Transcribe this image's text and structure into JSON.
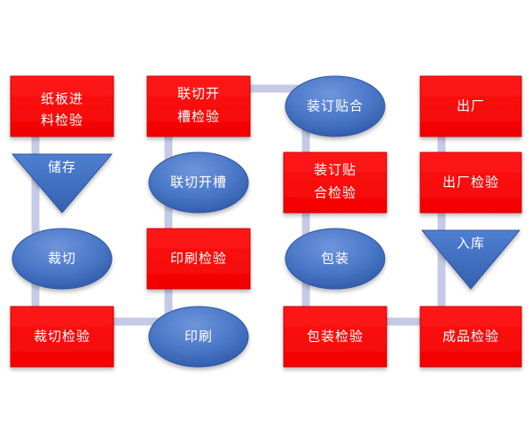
{
  "colors": {
    "box_fill": "#ff0000",
    "box_stroke": "#c80000",
    "ellipse_fill": "#4472c4",
    "triangle_fill": "#4472c4",
    "connector": "#c5cbe6",
    "label_text": "#ffffff"
  },
  "nodes": {
    "paperboard_inspection": {
      "shape": "box",
      "lines": [
        "纸板进",
        "料检验"
      ]
    },
    "storage": {
      "shape": "triangle",
      "lines": [
        "储存"
      ]
    },
    "cutting": {
      "shape": "ellipse",
      "lines": [
        "裁切"
      ]
    },
    "cutting_inspection": {
      "shape": "box",
      "lines": [
        "裁切检验"
      ]
    },
    "printing": {
      "shape": "ellipse",
      "lines": [
        "印刷"
      ]
    },
    "printing_inspection": {
      "shape": "box",
      "lines": [
        "印刷检验"
      ]
    },
    "die_cut_groove": {
      "shape": "ellipse",
      "lines": [
        "联切开槽"
      ]
    },
    "die_cut_groove_inspection": {
      "shape": "box",
      "lines": [
        "联切开",
        "槽检验"
      ]
    },
    "binding_gluing": {
      "shape": "ellipse",
      "lines": [
        "装订贴合"
      ]
    },
    "binding_gluing_inspection": {
      "shape": "box",
      "lines": [
        "装订贴",
        "合检验"
      ]
    },
    "packing": {
      "shape": "ellipse",
      "lines": [
        "包装"
      ]
    },
    "packing_inspection": {
      "shape": "box",
      "lines": [
        "包装检验"
      ]
    },
    "finished_product_inspection": {
      "shape": "box",
      "lines": [
        "成品检验"
      ]
    },
    "warehousing": {
      "shape": "triangle",
      "lines": [
        "入库"
      ]
    },
    "shipment_inspection": {
      "shape": "box",
      "lines": [
        "出厂检验"
      ]
    },
    "shipment": {
      "shape": "box",
      "lines": [
        "出厂"
      ]
    }
  },
  "flow": [
    "paperboard_inspection",
    "storage",
    "cutting",
    "cutting_inspection",
    "printing",
    "printing_inspection",
    "die_cut_groove",
    "die_cut_groove_inspection",
    "binding_gluing",
    "binding_gluing_inspection",
    "packing",
    "packing_inspection",
    "finished_product_inspection",
    "warehousing",
    "shipment_inspection",
    "shipment"
  ]
}
